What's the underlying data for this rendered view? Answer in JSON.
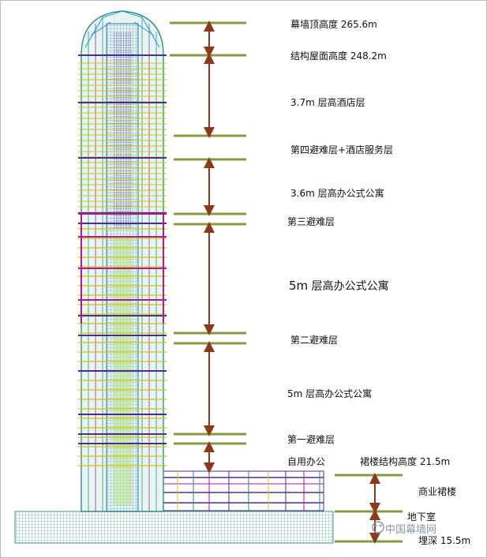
{
  "labels": {
    "curtain_wall_top": "幕墙顶高度  265.6m",
    "roof_structure": "结构屋面高度 248.2m",
    "hotel_37": "3.7m 层高酒店层",
    "refuge4": "第四避难层+酒店服务层",
    "office_36": "3.6m 层高办公式公寓",
    "refuge3": "第三避难层",
    "office_5_upper_num": "5m",
    "office_5_upper_text": " 层高办公式公寓",
    "refuge2": "第二避难层",
    "office_5_lower": "5m 层高办公式公寓",
    "refuge1": "第一避难层",
    "self_use_office": "自用办公",
    "podium_height": "裙楼结构高度 21.5m",
    "commercial_podium": "商业裙楼",
    "basement": "地下室",
    "basement_depth": "埋深 15.5m"
  },
  "watermark": "中国幕墙网",
  "colors": {
    "level_line": "#8a9a44",
    "arrow": "#8b3a1a",
    "tower_grid": "#2f8f88",
    "core": "#3bbf9a",
    "beam_yellow": "#d7c400",
    "beam_magenta": "#b0189b",
    "beam_purple": "#4a2e8e",
    "basement_green": "#3c9a78"
  }
}
